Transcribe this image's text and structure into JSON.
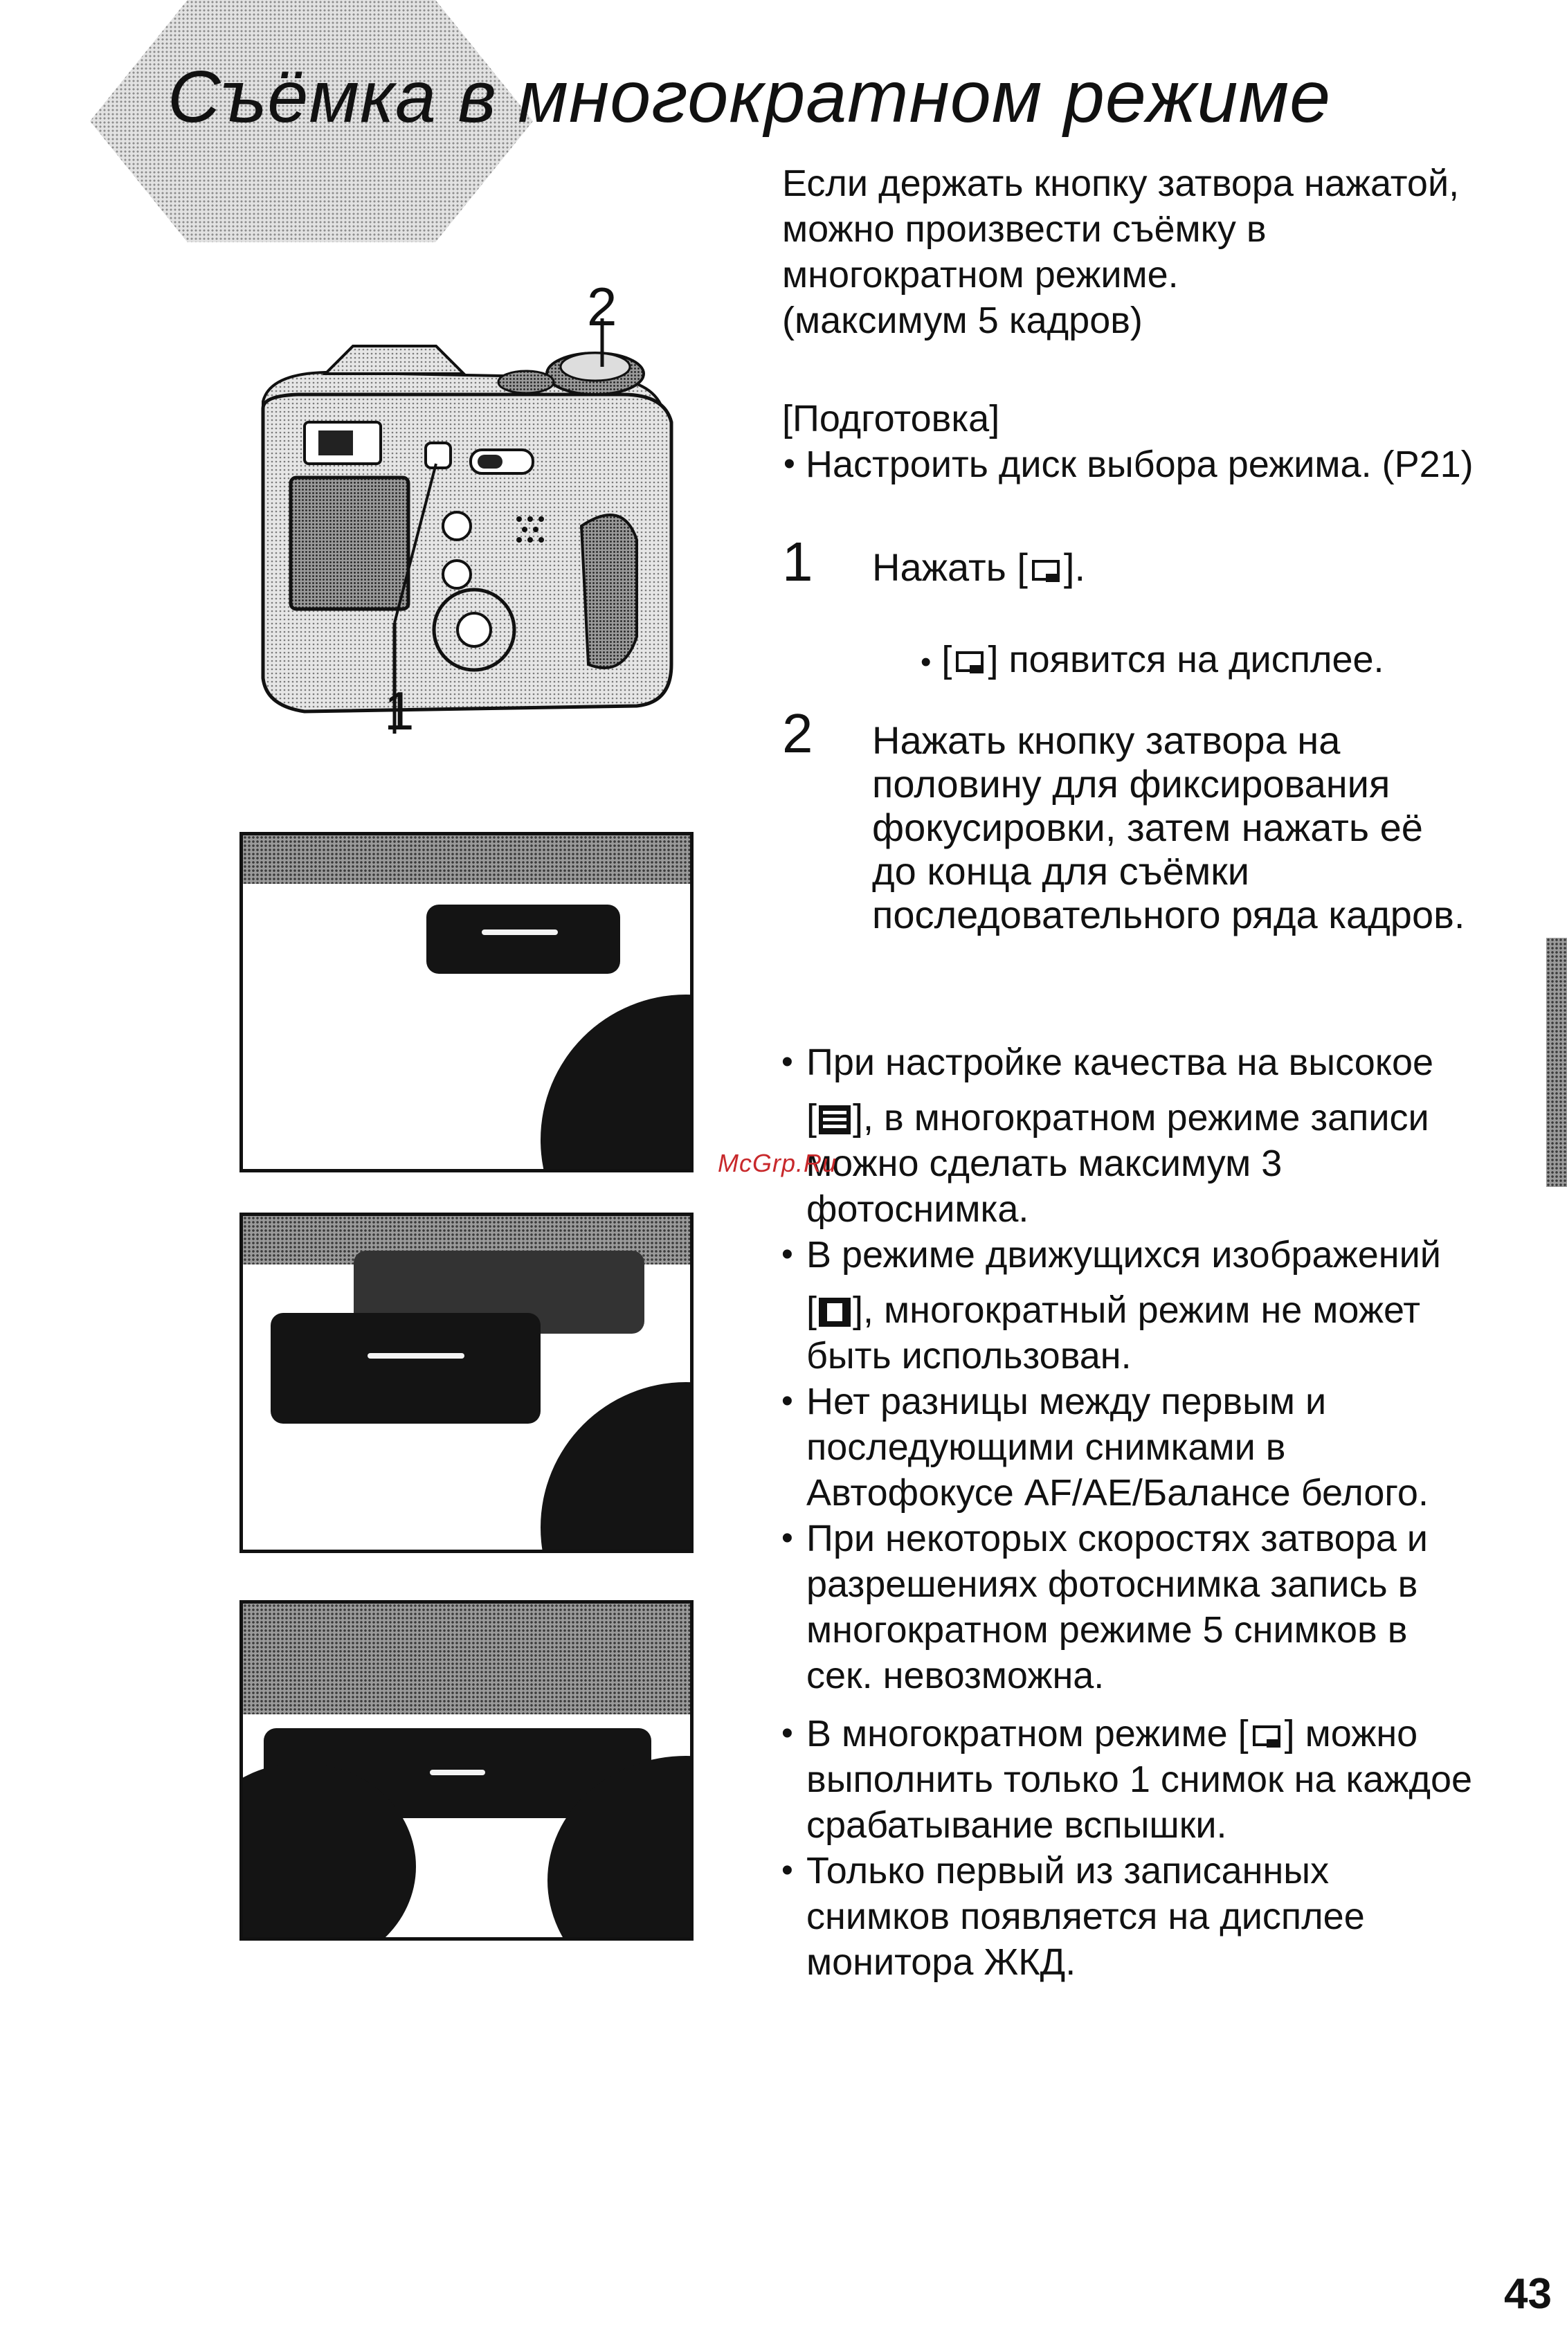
{
  "page": {
    "title": "Съёмка в многократном режиме",
    "page_number": "43",
    "watermark": "McGrp.Ru"
  },
  "intro": {
    "line1": "Если держать кнопку затвора нажатой,",
    "line2": "можно произвести съёмку в",
    "line3": "многократном режиме.",
    "line4": "(максимум 5 кадров)"
  },
  "prep": {
    "heading": "[Подготовка]",
    "bullet": "Настроить диск выбора режима. (P21)"
  },
  "steps": [
    {
      "number": "1",
      "text_before": "Нажать [",
      "text_after": "].",
      "note_before": "[",
      "note_after": "] появится на дисплее."
    },
    {
      "number": "2",
      "lines": [
        "Нажать кнопку затвора на",
        "половину для фиксирования",
        "фокусировки, затем нажать её",
        "до конца для съёмки",
        "последовательного ряда кадров."
      ]
    }
  ],
  "notes": {
    "n1_a": "При настройке качества на высокое",
    "n1_b_pre": "[",
    "n1_b_post": "], в многократном режиме записи",
    "n1_c": "можно сделать максимум 3",
    "n1_d": "фотоснимка.",
    "n2_a": "В режиме движущихся изображений",
    "n2_b_pre": "[",
    "n2_b_post": "], многократный режим не может",
    "n2_c": "быть использован.",
    "n3_a": "Нет разницы между первым и",
    "n3_b": "последующими снимками в",
    "n3_c": "Автофокусе AF/AE/Балансе белого.",
    "n4_a": "При некоторых скоростях затвора и",
    "n4_b": "разрешениях фотоснимка запись в",
    "n4_c": "многократном режиме 5 снимков в",
    "n4_d": "сек. невозможна.",
    "n5_a_pre": "В многократном режиме [",
    "n5_a_post": "] можно",
    "n5_b": "выполнить только 1 снимок на каждое",
    "n5_c": "срабатывание вспышки.",
    "n6_a": "Только первый из записанных",
    "n6_b": "снимков появляется на дисплее",
    "n6_c": "монитора ЖКД."
  },
  "camera_labels": {
    "label_1": "1",
    "label_2": "2"
  }
}
